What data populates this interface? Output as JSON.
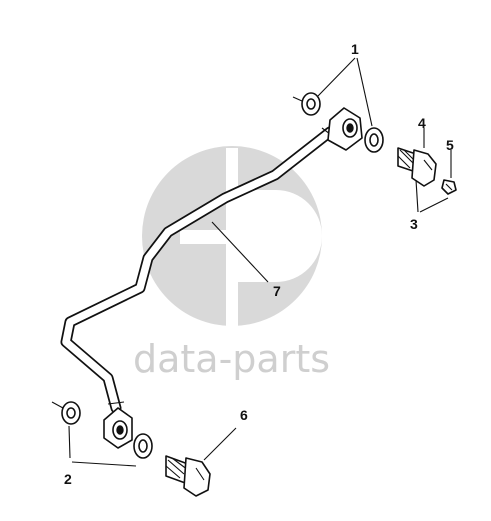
{
  "diagram": {
    "callouts": {
      "c1": "1",
      "c2": "2",
      "c3": "3",
      "c4": "4",
      "c5": "5",
      "c6": "6",
      "c7": "7"
    },
    "watermark": {
      "text": "data-parts",
      "logo": "gd-logo",
      "color": "#cfcfcf"
    },
    "line_color": "#111111"
  }
}
